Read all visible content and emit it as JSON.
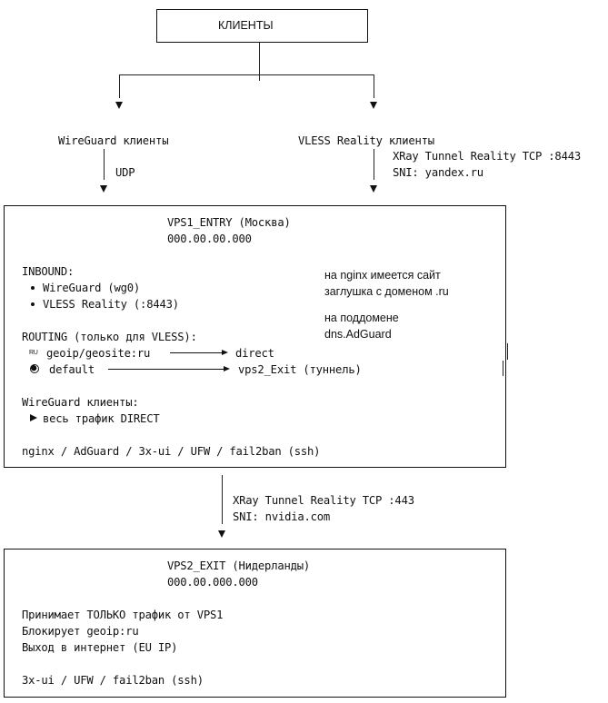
{
  "clients_box": {
    "title": "КЛИЕНТЫ"
  },
  "branches": {
    "wireguard": {
      "label": "WireGuard клиенты",
      "protocol": "UDP"
    },
    "vless": {
      "label": "VLESS Reality клиенты",
      "transport": "XRay Tunnel Reality TCP :8443",
      "sni": "SNI: yandex.ru"
    }
  },
  "vps1": {
    "title": "VPS1_ENTRY (Москва)",
    "ip": "000.00.00.000",
    "inbound_heading": "INBOUND:",
    "inbound_items": [
      "WireGuard (wg0)",
      "VLESS Reality (:8443)"
    ],
    "routing_heading": "ROUTING (только для VLESS):",
    "routes": [
      {
        "icon": "RU",
        "icon_name": "ru-flag-icon",
        "source": "geoip/geosite:ru",
        "target": "direct"
      },
      {
        "icon": "globe",
        "icon_name": "globe-icon",
        "source": "default",
        "target": "vps2_Exit (туннель)"
      }
    ],
    "wg_heading": "WireGuard клиенты:",
    "wg_item": "весь трафик DIRECT",
    "services": "nginx / AdGuard / 3x-ui / UFW / fail2ban (ssh)",
    "note1": [
      "на nginx имеется сайт",
      "заглушка с доменом .ru"
    ],
    "note2": [
      "на поддомене",
      "dns.AdGuard"
    ]
  },
  "tunnel": {
    "transport": "XRay Tunnel Reality TCP :443",
    "sni": "SNI: nvidia.com"
  },
  "vps2": {
    "title": "VPS2_EXIT (Нидерланды)",
    "ip": "000.00.000.000",
    "lines": [
      "Принимает ТОЛЬКО трафик от VPS1",
      "Блокирует geoip:ru",
      "Выход в интернет (EU IP)"
    ],
    "services": "3x-ui / UFW / fail2ban (ssh)"
  }
}
